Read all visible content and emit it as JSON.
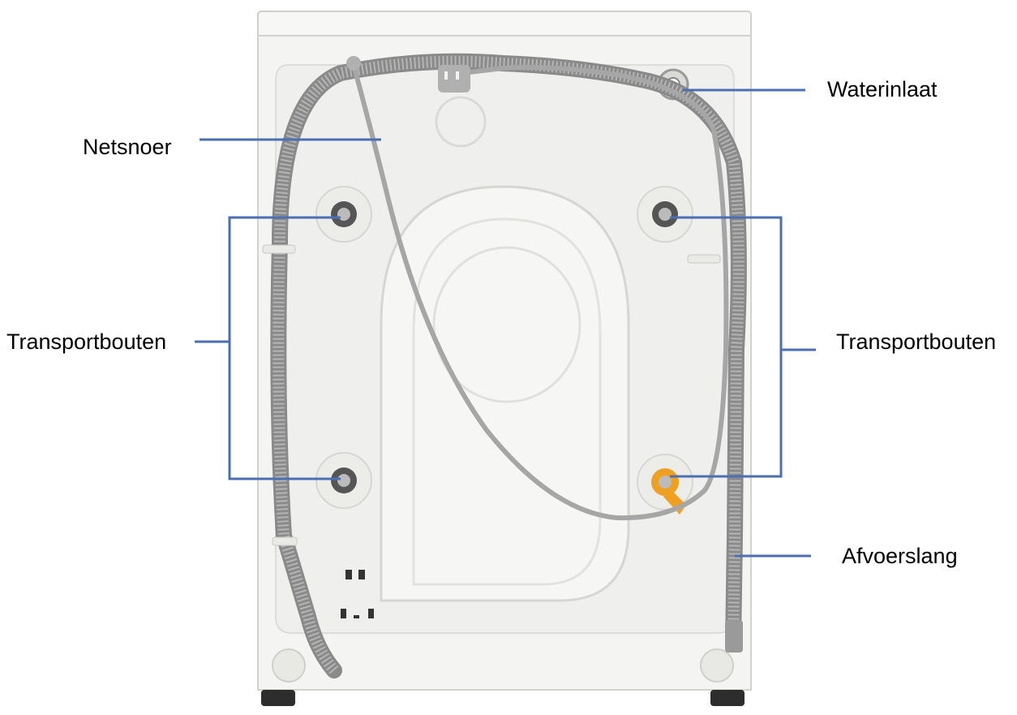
{
  "labels": {
    "waterinlaat": "Waterinlaat",
    "netsnoer": "Netsnoer",
    "transportbouten_left": "Transportbouten",
    "transportbouten_right": "Transportbouten",
    "afvoerslang": "Afvoerslang"
  },
  "colors": {
    "leader_line": "#4a6fb5",
    "machine_body": "#f4f4f2",
    "hose": "#8c8c8c",
    "power_cord": "#a6a6a6",
    "bolt_tag": "#f0a020"
  }
}
